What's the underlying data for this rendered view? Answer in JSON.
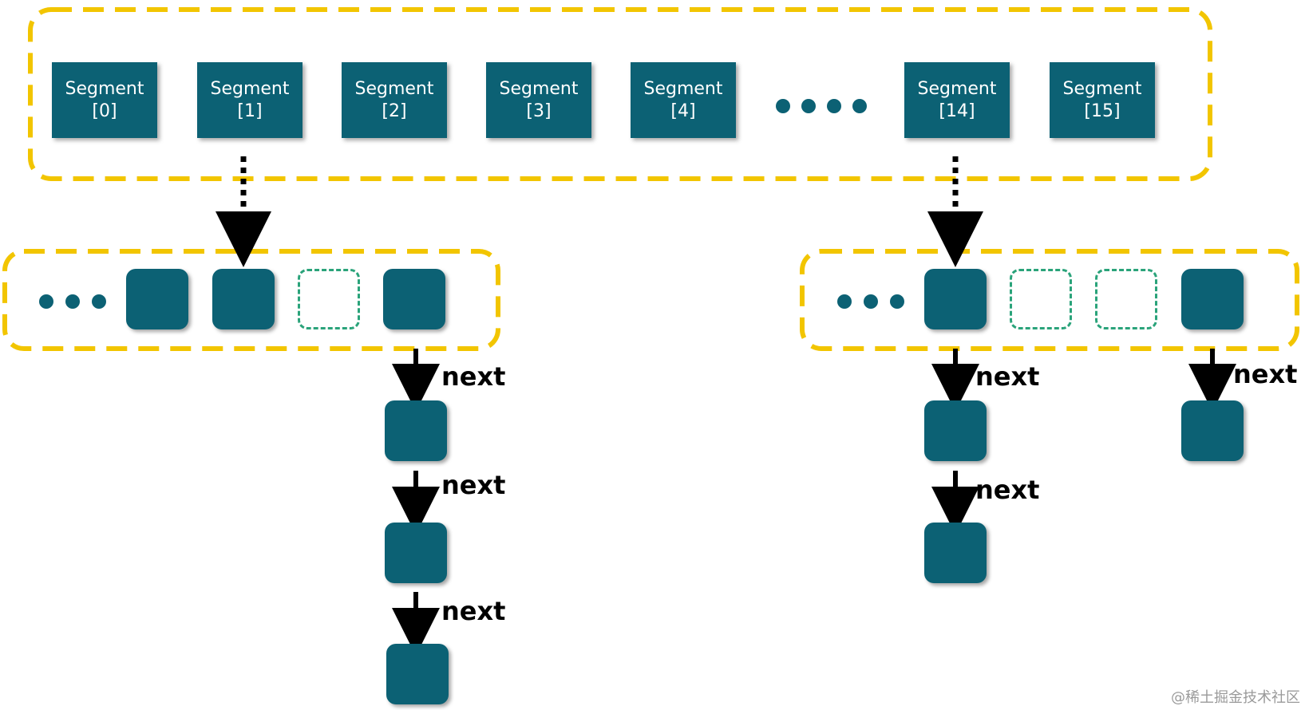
{
  "colors": {
    "segment_fill": "#0c6174",
    "group_border": "#f2c500",
    "empty_slot_border": "#2aa37a",
    "arrow": "#000000"
  },
  "segments": [
    {
      "name": "Segment",
      "index": "[0]"
    },
    {
      "name": "Segment",
      "index": "[1]"
    },
    {
      "name": "Segment",
      "index": "[2]"
    },
    {
      "name": "Segment",
      "index": "[3]"
    },
    {
      "name": "Segment",
      "index": "[4]"
    },
    {
      "name": "Segment",
      "index": "[14]"
    },
    {
      "name": "Segment",
      "index": "[15]"
    }
  ],
  "left_table": {
    "slots": [
      "ellipsis",
      "node",
      "node",
      "empty",
      "node"
    ],
    "chain_label": "next",
    "chain_length": 3
  },
  "right_table": {
    "slots": [
      "ellipsis",
      "node",
      "empty",
      "empty",
      "node"
    ],
    "chain_label": "next",
    "chains": [
      2,
      1
    ]
  },
  "watermark": "@稀土掘金技术社区"
}
